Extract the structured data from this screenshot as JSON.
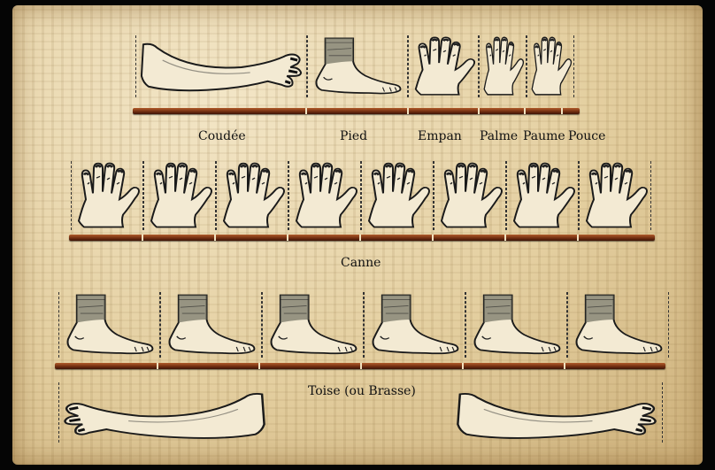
{
  "row1": {
    "labels": [
      "Coudée",
      "Pied",
      "Empan",
      "Palme",
      "Paume",
      "Pouce"
    ]
  },
  "row2": {
    "label": "Canne"
  },
  "row3": {
    "label": "Toise (ou Brasse)"
  },
  "icons": {
    "arm": "forearm-hand-icon",
    "foot": "foot-icon",
    "hand": "open-hand-icon",
    "palm": "palm-icon",
    "thumb": "thumb-icon"
  },
  "colors": {
    "bar": "#7a3212",
    "papyrus": "#e4cfa0",
    "frame": "#050505"
  }
}
